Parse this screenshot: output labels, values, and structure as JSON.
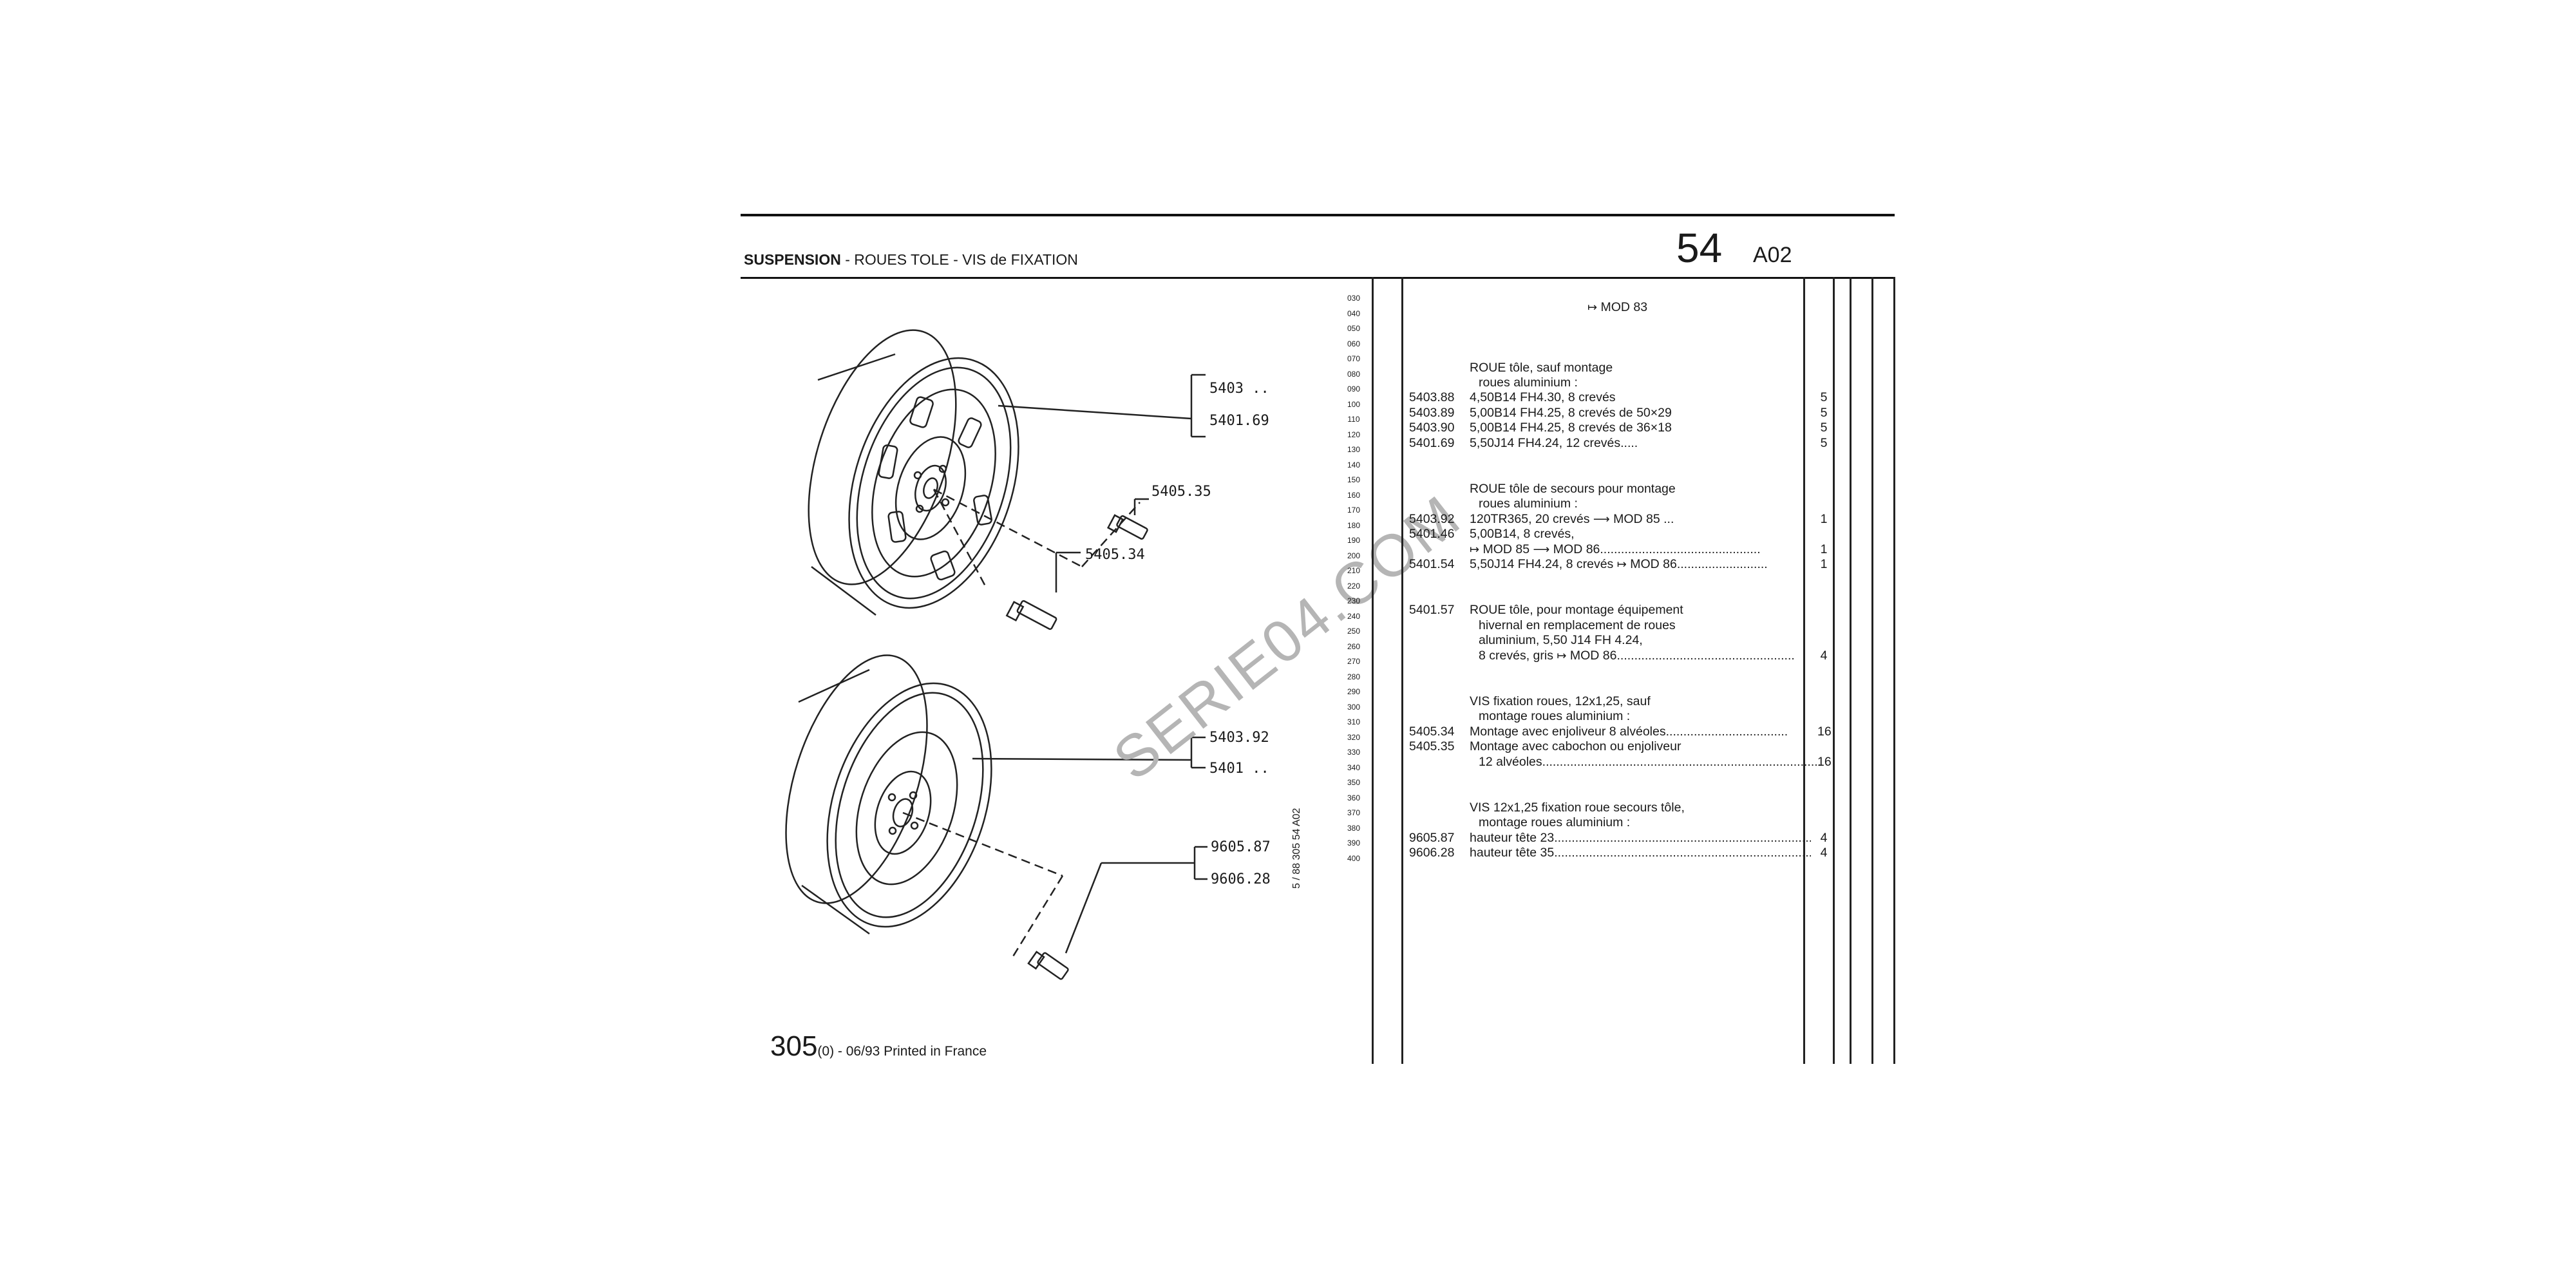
{
  "header": {
    "title_bold": "SUSPENSION",
    "title_rest": " - ROUES TOLE - VIS de FIXATION",
    "page_number": "54",
    "page_code": "A02"
  },
  "footer": {
    "model": "305",
    "info": "(0) - 06/93 Printed in France"
  },
  "side_reference": "5 / 88   305   54   A02",
  "watermark": "SERIE04.COM",
  "diagram_labels": {
    "top_wheel_a": "5403 ..",
    "top_wheel_b": "5401.69",
    "bolt_a": "5405.35",
    "bolt_b": "5405.34",
    "bottom_wheel_a": "5403.92",
    "bottom_wheel_b": "5401 ..",
    "spare_bolt_a": "9605.87",
    "spare_bolt_b": "9606.28"
  },
  "row_numbers": [
    "030",
    "040",
    "050",
    "060",
    "070",
    "080",
    "090",
    "100",
    "110",
    "120",
    "130",
    "140",
    "150",
    "160",
    "170",
    "180",
    "190",
    "200",
    "210",
    "220",
    "230",
    "240",
    "250",
    "260",
    "270",
    "280",
    "290",
    "300",
    "310",
    "320",
    "330",
    "340",
    "350",
    "360",
    "370",
    "380",
    "390",
    "400"
  ],
  "table": {
    "mod83": "MOD 83",
    "g1_title": "ROUE tôle, sauf montage",
    "g1_sub": "roues aluminium :",
    "g1_rows": [
      {
        "ref": "5403.88",
        "desc": "4,50B14 FH4.30, 8 crevés",
        "qty": "5"
      },
      {
        "ref": "5403.89",
        "desc": "5,00B14 FH4.25, 8 crevés de 50×29",
        "qty": "5"
      },
      {
        "ref": "5403.90",
        "desc": "5,00B14 FH4.25, 8 crevés de 36×18",
        "qty": "5"
      },
      {
        "ref": "5401.69",
        "desc": "5,50J14 FH4.24, 12 crevés.....",
        "qty": "5"
      }
    ],
    "g2_title": "ROUE tôle de secours pour montage",
    "g2_sub": "roues aluminium :",
    "g2_r1_ref": "5403.92",
    "g2_r1_desc": "120TR365, 20 crevés",
    "g2_r1_mod": "MOD 85",
    "g2_r1_qty": "1",
    "g2_r2_ref": "5401.46",
    "g2_r2_desc": "5,00B14,   8 crevés,",
    "g2_r2b_mod1": "MOD 85",
    "g2_r2b_mod2": "MOD 86",
    "g2_r2_qty": "1",
    "g2_r3_ref": "5401.54",
    "g2_r3_desc": "5,50J14 FH4.24, 8 crevés",
    "g2_r3_mod": "MOD 86",
    "g2_r3_qty": "1",
    "g3_ref": "5401.57",
    "g3_l1": "ROUE tôle, pour montage équipement",
    "g3_l2": "hivernal en remplacement de roues",
    "g3_l3": "aluminium, 5,50 J14 FH 4.24,",
    "g3_l4": "8 crevés, gris",
    "g3_mod": "MOD 86",
    "g3_qty": "4",
    "g4_title": "VIS fixation roues, 12x1,25, sauf",
    "g4_sub": "montage roues aluminium :",
    "g4_r1_ref": "5405.34",
    "g4_r1_desc": "Montage avec enjoliveur 8 alvéoles",
    "g4_r1_qty": "16",
    "g4_r2_ref": "5405.35",
    "g4_r2_desc": "Montage avec cabochon ou enjoliveur",
    "g4_r2_desc2": "12 alvéoles",
    "g4_r2_qty": "16",
    "g5_title": "VIS 12x1,25 fixation roue secours tôle,",
    "g5_sub": "montage roues aluminium :",
    "g5_r1_ref": "9605.87",
    "g5_r1_desc": "hauteur tête 23",
    "g5_r1_qty": "4",
    "g5_r2_ref": "9606.28",
    "g5_r2_desc": "hauteur tête 35",
    "g5_r2_qty": "4"
  }
}
